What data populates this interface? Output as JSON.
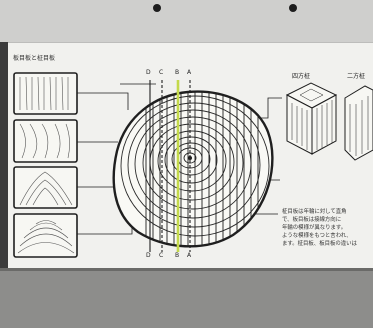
{
  "board": {
    "title": "板目板と柾目板",
    "section_marks_top": [
      "D",
      "C",
      "B",
      "A"
    ],
    "section_marks_bottom": [
      "D",
      "C",
      "B",
      "A"
    ],
    "block_labels": [
      "四方柾",
      "二方柾"
    ],
    "note": "柾目板は年輪に対して直角\nで、板目板は接線方向に\n年輪の模様が異なります。\nような模様をもつと言われ、\nます。柾目板、板目板の違いは"
  },
  "colors": {
    "wall": "#cfcfcd",
    "board": "#f1f1ee",
    "ledge": "#8d8d8b",
    "ink": "#1f1f1f",
    "highlight": "#c4d94a"
  }
}
